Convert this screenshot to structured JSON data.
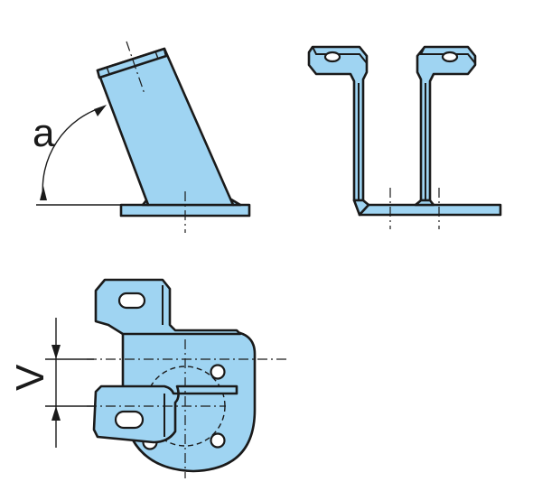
{
  "diagram": {
    "views": [
      "side-view",
      "front-view",
      "top-view"
    ],
    "labels": {
      "angle": "a",
      "offset": "V"
    },
    "colors": {
      "part_fill": "#9fd4f2",
      "outline": "#1a1a1a",
      "background": "#ffffff"
    }
  }
}
